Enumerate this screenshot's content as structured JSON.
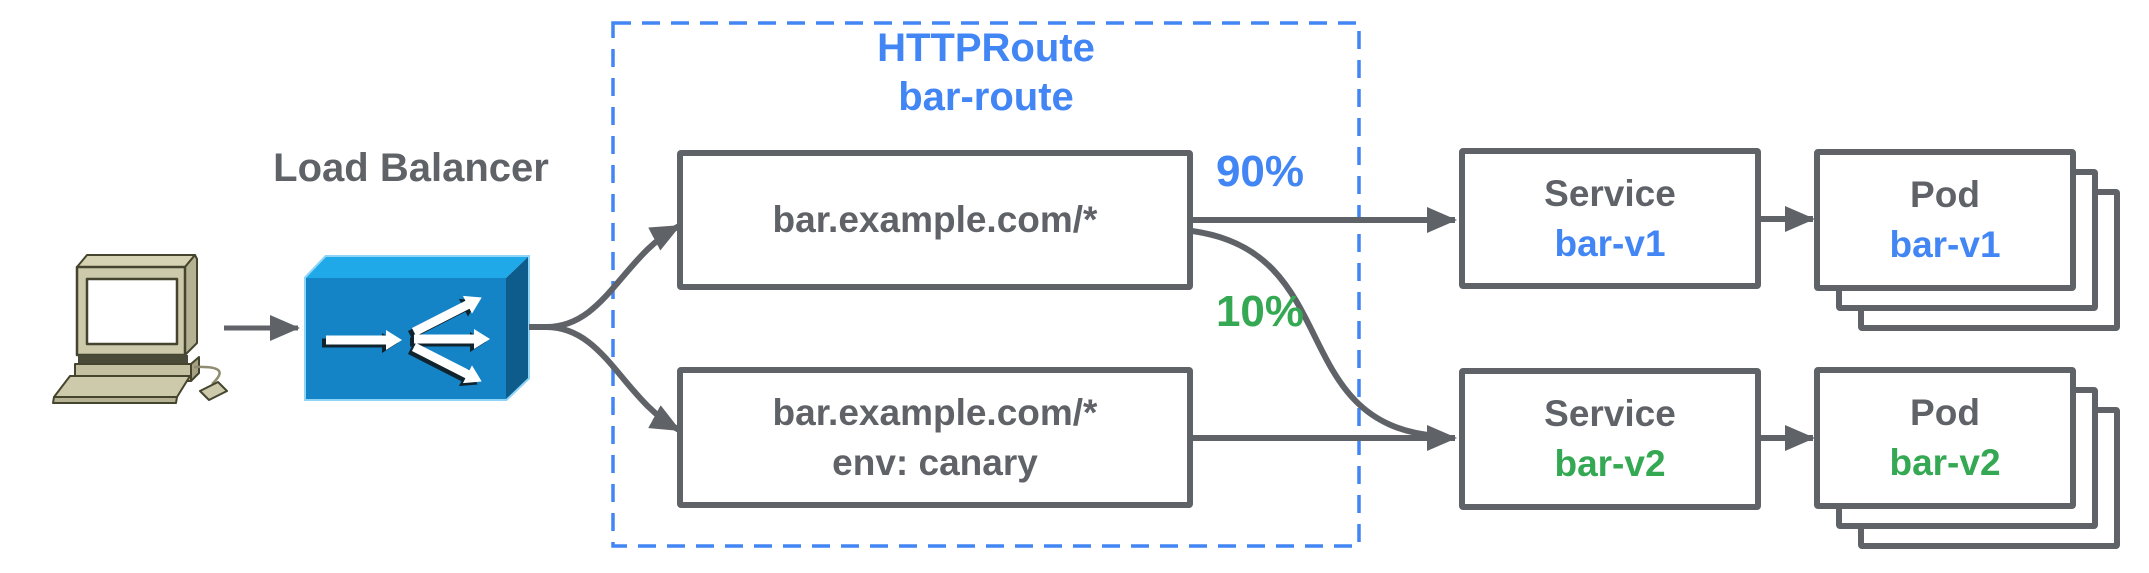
{
  "colors": {
    "accent_blue": "#4285F4",
    "accent_green": "#34A853",
    "gray": "#5F6368",
    "lb_top": "#1FA9E9",
    "lb_front": "#1584C7",
    "lb_side": "#0D5C8C",
    "lb_outline": "#8ED5F7",
    "client_body": "#CDCAAB",
    "client_shade": "#B5B294",
    "client_outline": "#45452F"
  },
  "client": {
    "icon": "desktop-computer-icon"
  },
  "load_balancer": {
    "label": "Load Balancer",
    "icon": "load-balancer-fanout-icon"
  },
  "httproute_group": {
    "kind": "HTTPRoute",
    "name": "bar-route"
  },
  "routes": [
    {
      "line1": "bar.example.com/*",
      "line2": ""
    },
    {
      "line1": "bar.example.com/*",
      "line2": "env: canary"
    }
  ],
  "traffic_split": [
    {
      "label": "90%"
    },
    {
      "label": "10%"
    }
  ],
  "services": [
    {
      "kind": "Service",
      "name": "bar-v1"
    },
    {
      "kind": "Service",
      "name": "bar-v2"
    }
  ],
  "pods": [
    {
      "kind": "Pod",
      "name": "bar-v1"
    },
    {
      "kind": "Pod",
      "name": "bar-v2"
    }
  ]
}
